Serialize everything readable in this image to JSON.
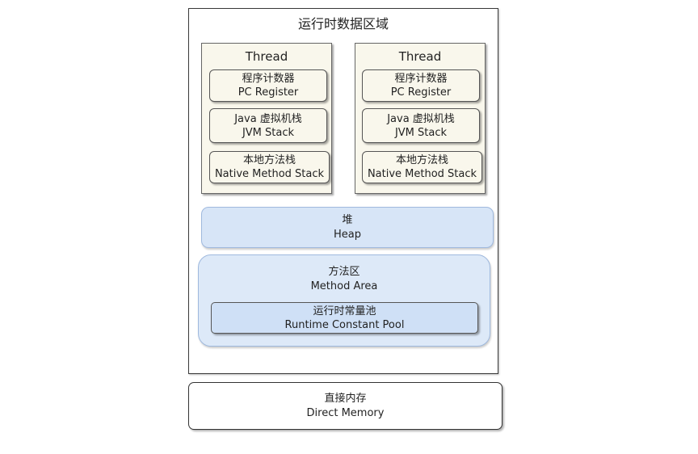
{
  "runtime_area": {
    "title": "运行时数据区域"
  },
  "threads": [
    {
      "title": "Thread",
      "pc_register": {
        "zh": "程序计数器",
        "en": "PC Register"
      },
      "jvm_stack": {
        "zh": "Java 虚拟机栈",
        "en": "JVM Stack"
      },
      "native_stack": {
        "zh": "本地方法栈",
        "en": "Native Method Stack"
      }
    },
    {
      "title": "Thread",
      "pc_register": {
        "zh": "程序计数器",
        "en": "PC Register"
      },
      "jvm_stack": {
        "zh": "Java 虚拟机栈",
        "en": "JVM Stack"
      },
      "native_stack": {
        "zh": "本地方法栈",
        "en": "Native Method Stack"
      }
    }
  ],
  "heap": {
    "zh": "堆",
    "en": "Heap"
  },
  "method_area": {
    "zh": "方法区",
    "en": "Method Area",
    "constant_pool": {
      "zh": "运行时常量池",
      "en": "Runtime Constant Pool"
    }
  },
  "direct_memory": {
    "zh": "直接内存",
    "en": "Direct Memory"
  },
  "colors": {
    "thread_fill": "#f9f7ec",
    "heap_fill": "#d7e5f7",
    "method_area_fill": "#dde9f8",
    "pool_fill": "#cfe0f6",
    "blue_border": "#9fb9de"
  }
}
